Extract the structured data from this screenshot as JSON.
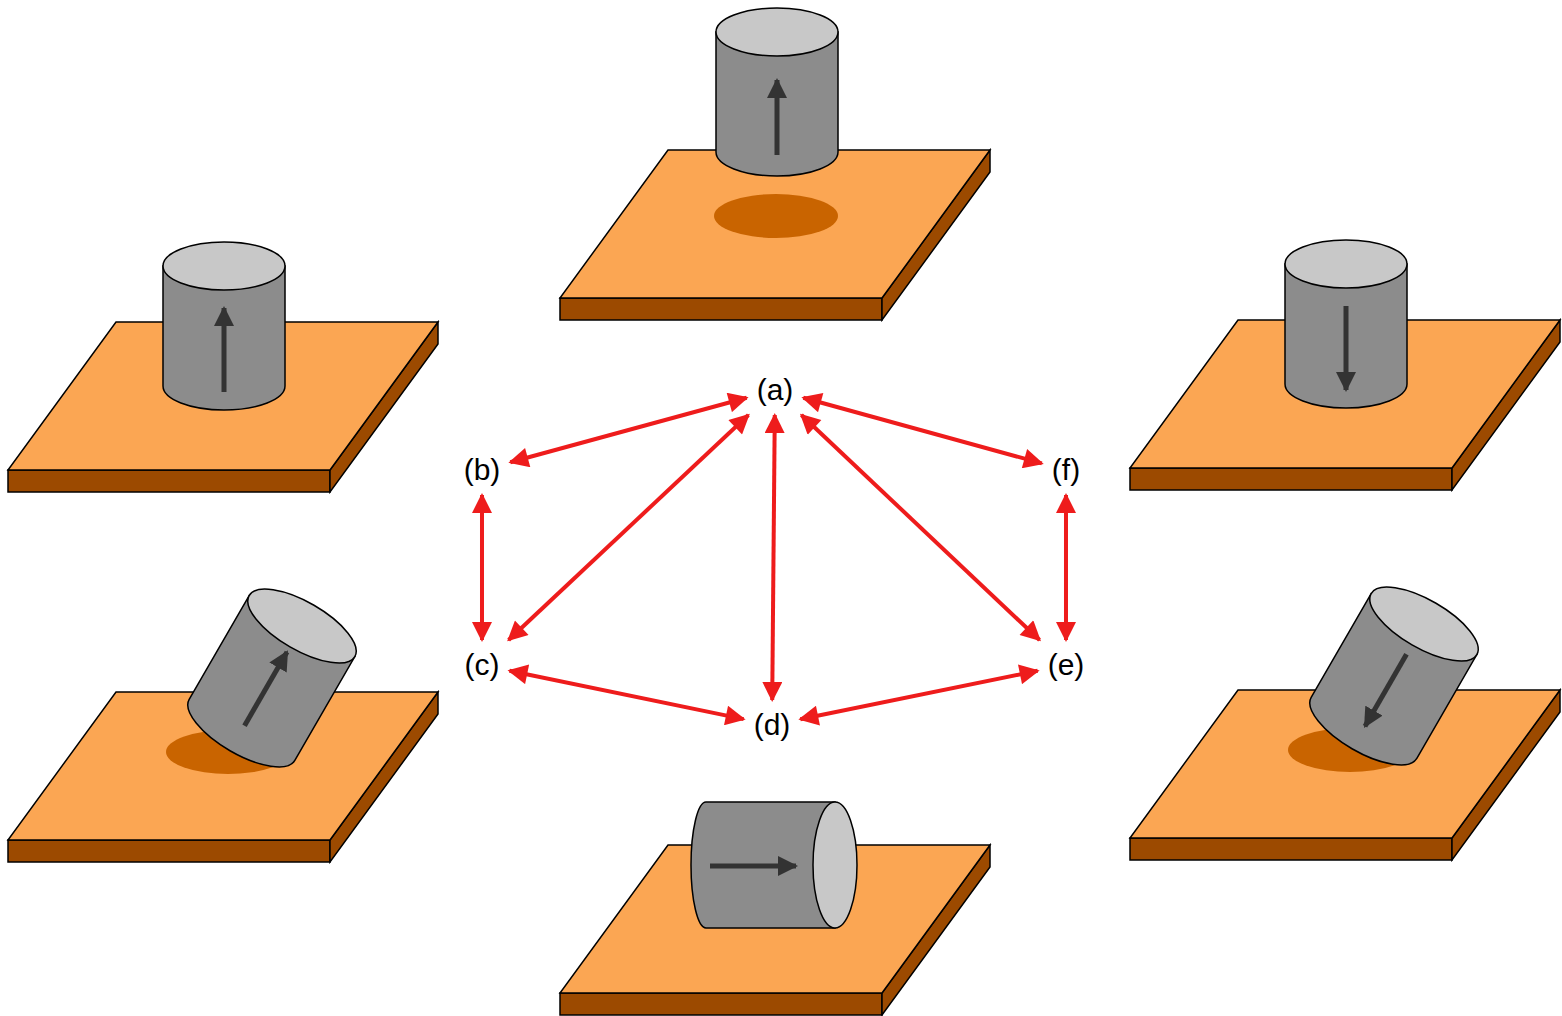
{
  "diagram": {
    "nodes": [
      {
        "text": [
          "(a)"
        ]
      },
      {
        "text": [
          "(b)"
        ]
      },
      {
        "text": [
          "(f)"
        ]
      },
      {
        "text": [
          "(c)"
        ]
      },
      {
        "text": [
          "(e)"
        ]
      },
      {
        "text": [
          "(d)"
        ]
      }
    ],
    "edges": [
      {
        "from": 0,
        "to": 1,
        "arrow": "both"
      },
      {
        "from": 0,
        "to": 2,
        "arrow": "both"
      },
      {
        "from": 0,
        "to": 3,
        "arrow": "both"
      },
      {
        "from": 0,
        "to": 5,
        "arrow": "both"
      },
      {
        "from": 0,
        "to": 4,
        "arrow": "both"
      },
      {
        "from": 1,
        "to": 3,
        "arrow": "both"
      },
      {
        "from": 2,
        "to": 4,
        "arrow": "both"
      },
      {
        "from": 3,
        "to": 5,
        "arrow": "both"
      },
      {
        "from": 4,
        "to": 5,
        "arrow": "both"
      }
    ]
  }
}
